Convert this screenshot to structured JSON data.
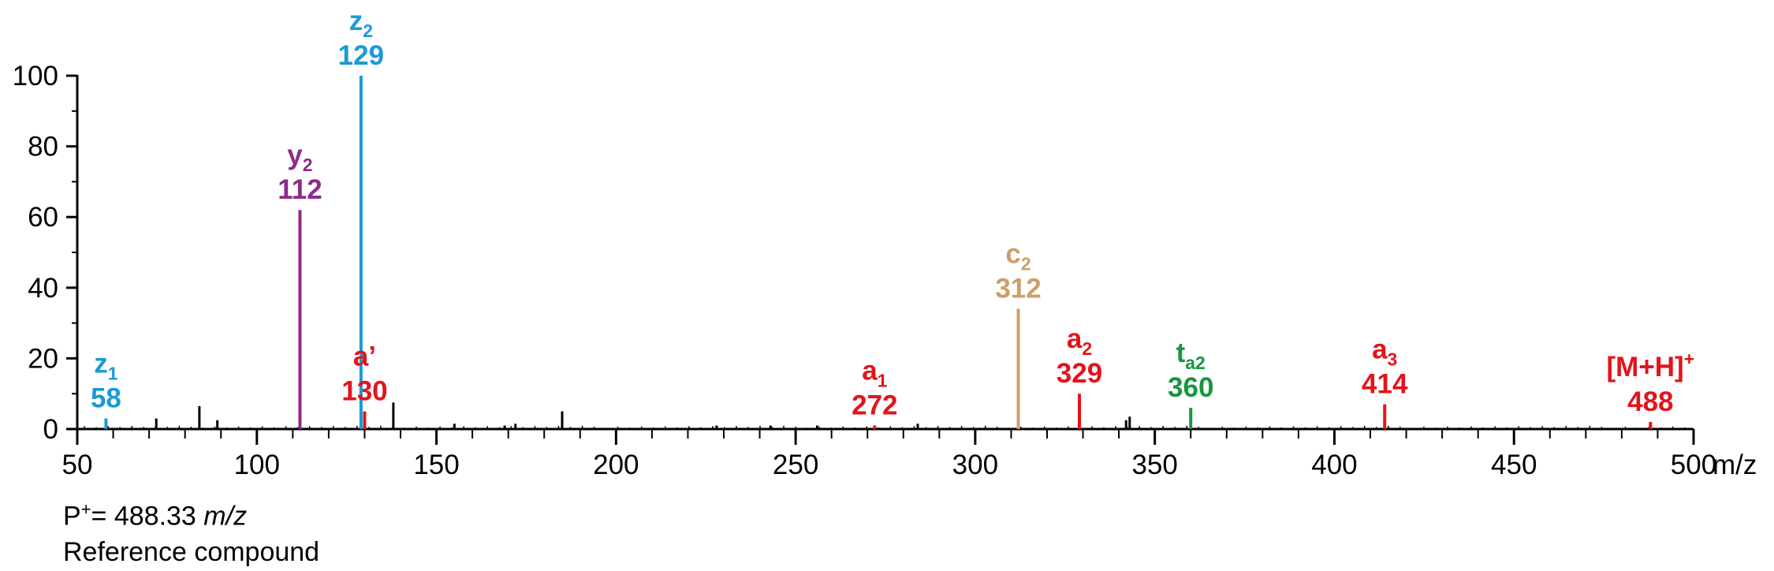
{
  "chart_data": {
    "type": "bar",
    "x_unit": "m/z",
    "xlim": [
      50,
      500
    ],
    "ylim": [
      0,
      100
    ],
    "x_ticks": [
      50,
      100,
      150,
      200,
      250,
      300,
      350,
      400,
      450,
      500
    ],
    "y_ticks": [
      0,
      20,
      40,
      60,
      80,
      100
    ],
    "grid": false,
    "colors": {
      "z": "#1a9ad6",
      "y": "#8e2a8a",
      "a": "#e3141b",
      "c": "#c9a06a",
      "t": "#17963e",
      "unassigned": "#000000"
    },
    "labeled_peaks": [
      {
        "ion": "z",
        "sub": "1",
        "sup": "",
        "mz": 58,
        "intensity": 3,
        "color": "z"
      },
      {
        "ion": "y",
        "sub": "2",
        "sup": "",
        "mz": 112,
        "intensity": 62,
        "color": "y"
      },
      {
        "ion": "z",
        "sub": "2",
        "sup": "",
        "mz": 129,
        "intensity": 100,
        "color": "z"
      },
      {
        "ion": "a’",
        "sub": "",
        "sup": "",
        "mz": 130,
        "intensity": 5,
        "color": "a"
      },
      {
        "ion": "a",
        "sub": "1",
        "sup": "",
        "mz": 272,
        "intensity": 1,
        "color": "a"
      },
      {
        "ion": "c",
        "sub": "2",
        "sup": "",
        "mz": 312,
        "intensity": 34,
        "color": "c"
      },
      {
        "ion": "a",
        "sub": "2",
        "sup": "",
        "mz": 329,
        "intensity": 10,
        "color": "a"
      },
      {
        "ion": "t",
        "sub": "a2",
        "sup": "",
        "mz": 360,
        "intensity": 6,
        "color": "t"
      },
      {
        "ion": "a",
        "sub": "3",
        "sup": "",
        "mz": 414,
        "intensity": 7,
        "color": "a"
      },
      {
        "ion": "[M+H]",
        "sub": "",
        "sup": "+",
        "mz": 488,
        "intensity": 2,
        "color": "a"
      }
    ],
    "unlabeled_peaks": [
      {
        "mz": 72,
        "intensity": 3
      },
      {
        "mz": 84,
        "intensity": 6.5
      },
      {
        "mz": 89,
        "intensity": 2.5
      },
      {
        "mz": 138,
        "intensity": 7.5
      },
      {
        "mz": 155,
        "intensity": 1.5
      },
      {
        "mz": 169,
        "intensity": 1
      },
      {
        "mz": 172,
        "intensity": 1.5
      },
      {
        "mz": 185,
        "intensity": 5
      },
      {
        "mz": 228,
        "intensity": 1
      },
      {
        "mz": 243,
        "intensity": 1
      },
      {
        "mz": 256,
        "intensity": 1
      },
      {
        "mz": 284,
        "intensity": 1.5
      },
      {
        "mz": 342,
        "intensity": 2.5
      },
      {
        "mz": 343,
        "intensity": 3.5
      }
    ]
  },
  "footer": {
    "line1_prefix": "P",
    "line1_sup": "+",
    "line1_value": "= 488.33 ",
    "line1_unit": "m/z",
    "line2": "Reference compound"
  }
}
